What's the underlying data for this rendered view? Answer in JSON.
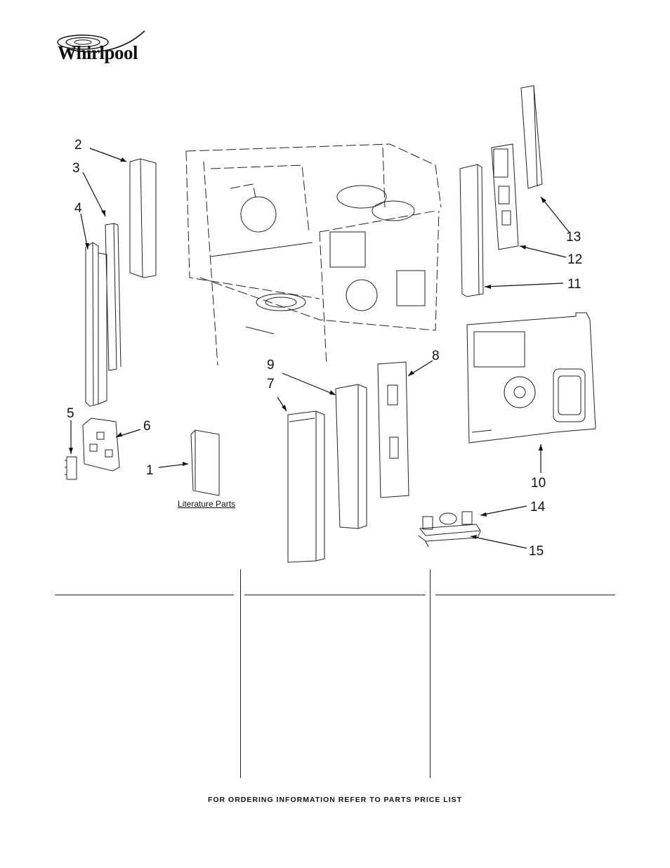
{
  "brand": {
    "name": "Whirlpool"
  },
  "callouts": [
    {
      "id": "1",
      "label": "1"
    },
    {
      "id": "2",
      "label": "2"
    },
    {
      "id": "3",
      "label": "3"
    },
    {
      "id": "4",
      "label": "4"
    },
    {
      "id": "5",
      "label": "5"
    },
    {
      "id": "6",
      "label": "6"
    },
    {
      "id": "7",
      "label": "7"
    },
    {
      "id": "8",
      "label": "8"
    },
    {
      "id": "9",
      "label": "9"
    },
    {
      "id": "10",
      "label": "10"
    },
    {
      "id": "11",
      "label": "11"
    },
    {
      "id": "12",
      "label": "12"
    },
    {
      "id": "13",
      "label": "13"
    },
    {
      "id": "14",
      "label": "14"
    },
    {
      "id": "15",
      "label": "15"
    }
  ],
  "literature_label": "Literature Parts",
  "footer_text": "FOR ORDERING INFORMATION REFER TO PARTS PRICE LIST",
  "colors": {
    "ink": "#111111",
    "background": "#ffffff"
  }
}
